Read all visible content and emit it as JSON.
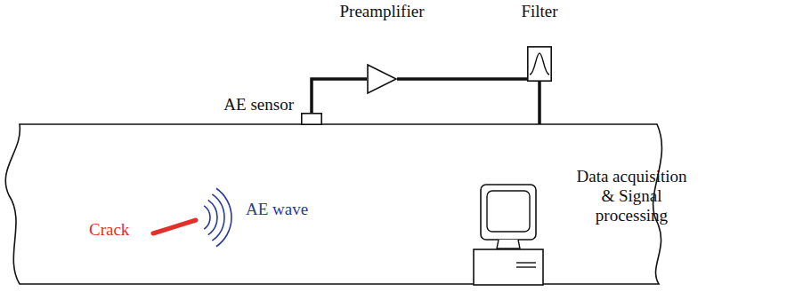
{
  "diagram": {
    "nodes": [
      {
        "text": [
          "Crack",
          "AE wave"
        ]
      },
      {
        "text": [
          "AE sensor"
        ]
      },
      {
        "text": [
          "Preamplifier"
        ]
      },
      {
        "text": [
          "Filter"
        ]
      },
      {
        "text": [
          "Data acquisition & Signal processing"
        ]
      }
    ],
    "edges": [
      {
        "from": 1,
        "to": 2,
        "arrow": "none"
      },
      {
        "from": 2,
        "to": 3,
        "arrow": "none"
      },
      {
        "from": 3,
        "to": 4,
        "arrow": "none"
      }
    ]
  }
}
